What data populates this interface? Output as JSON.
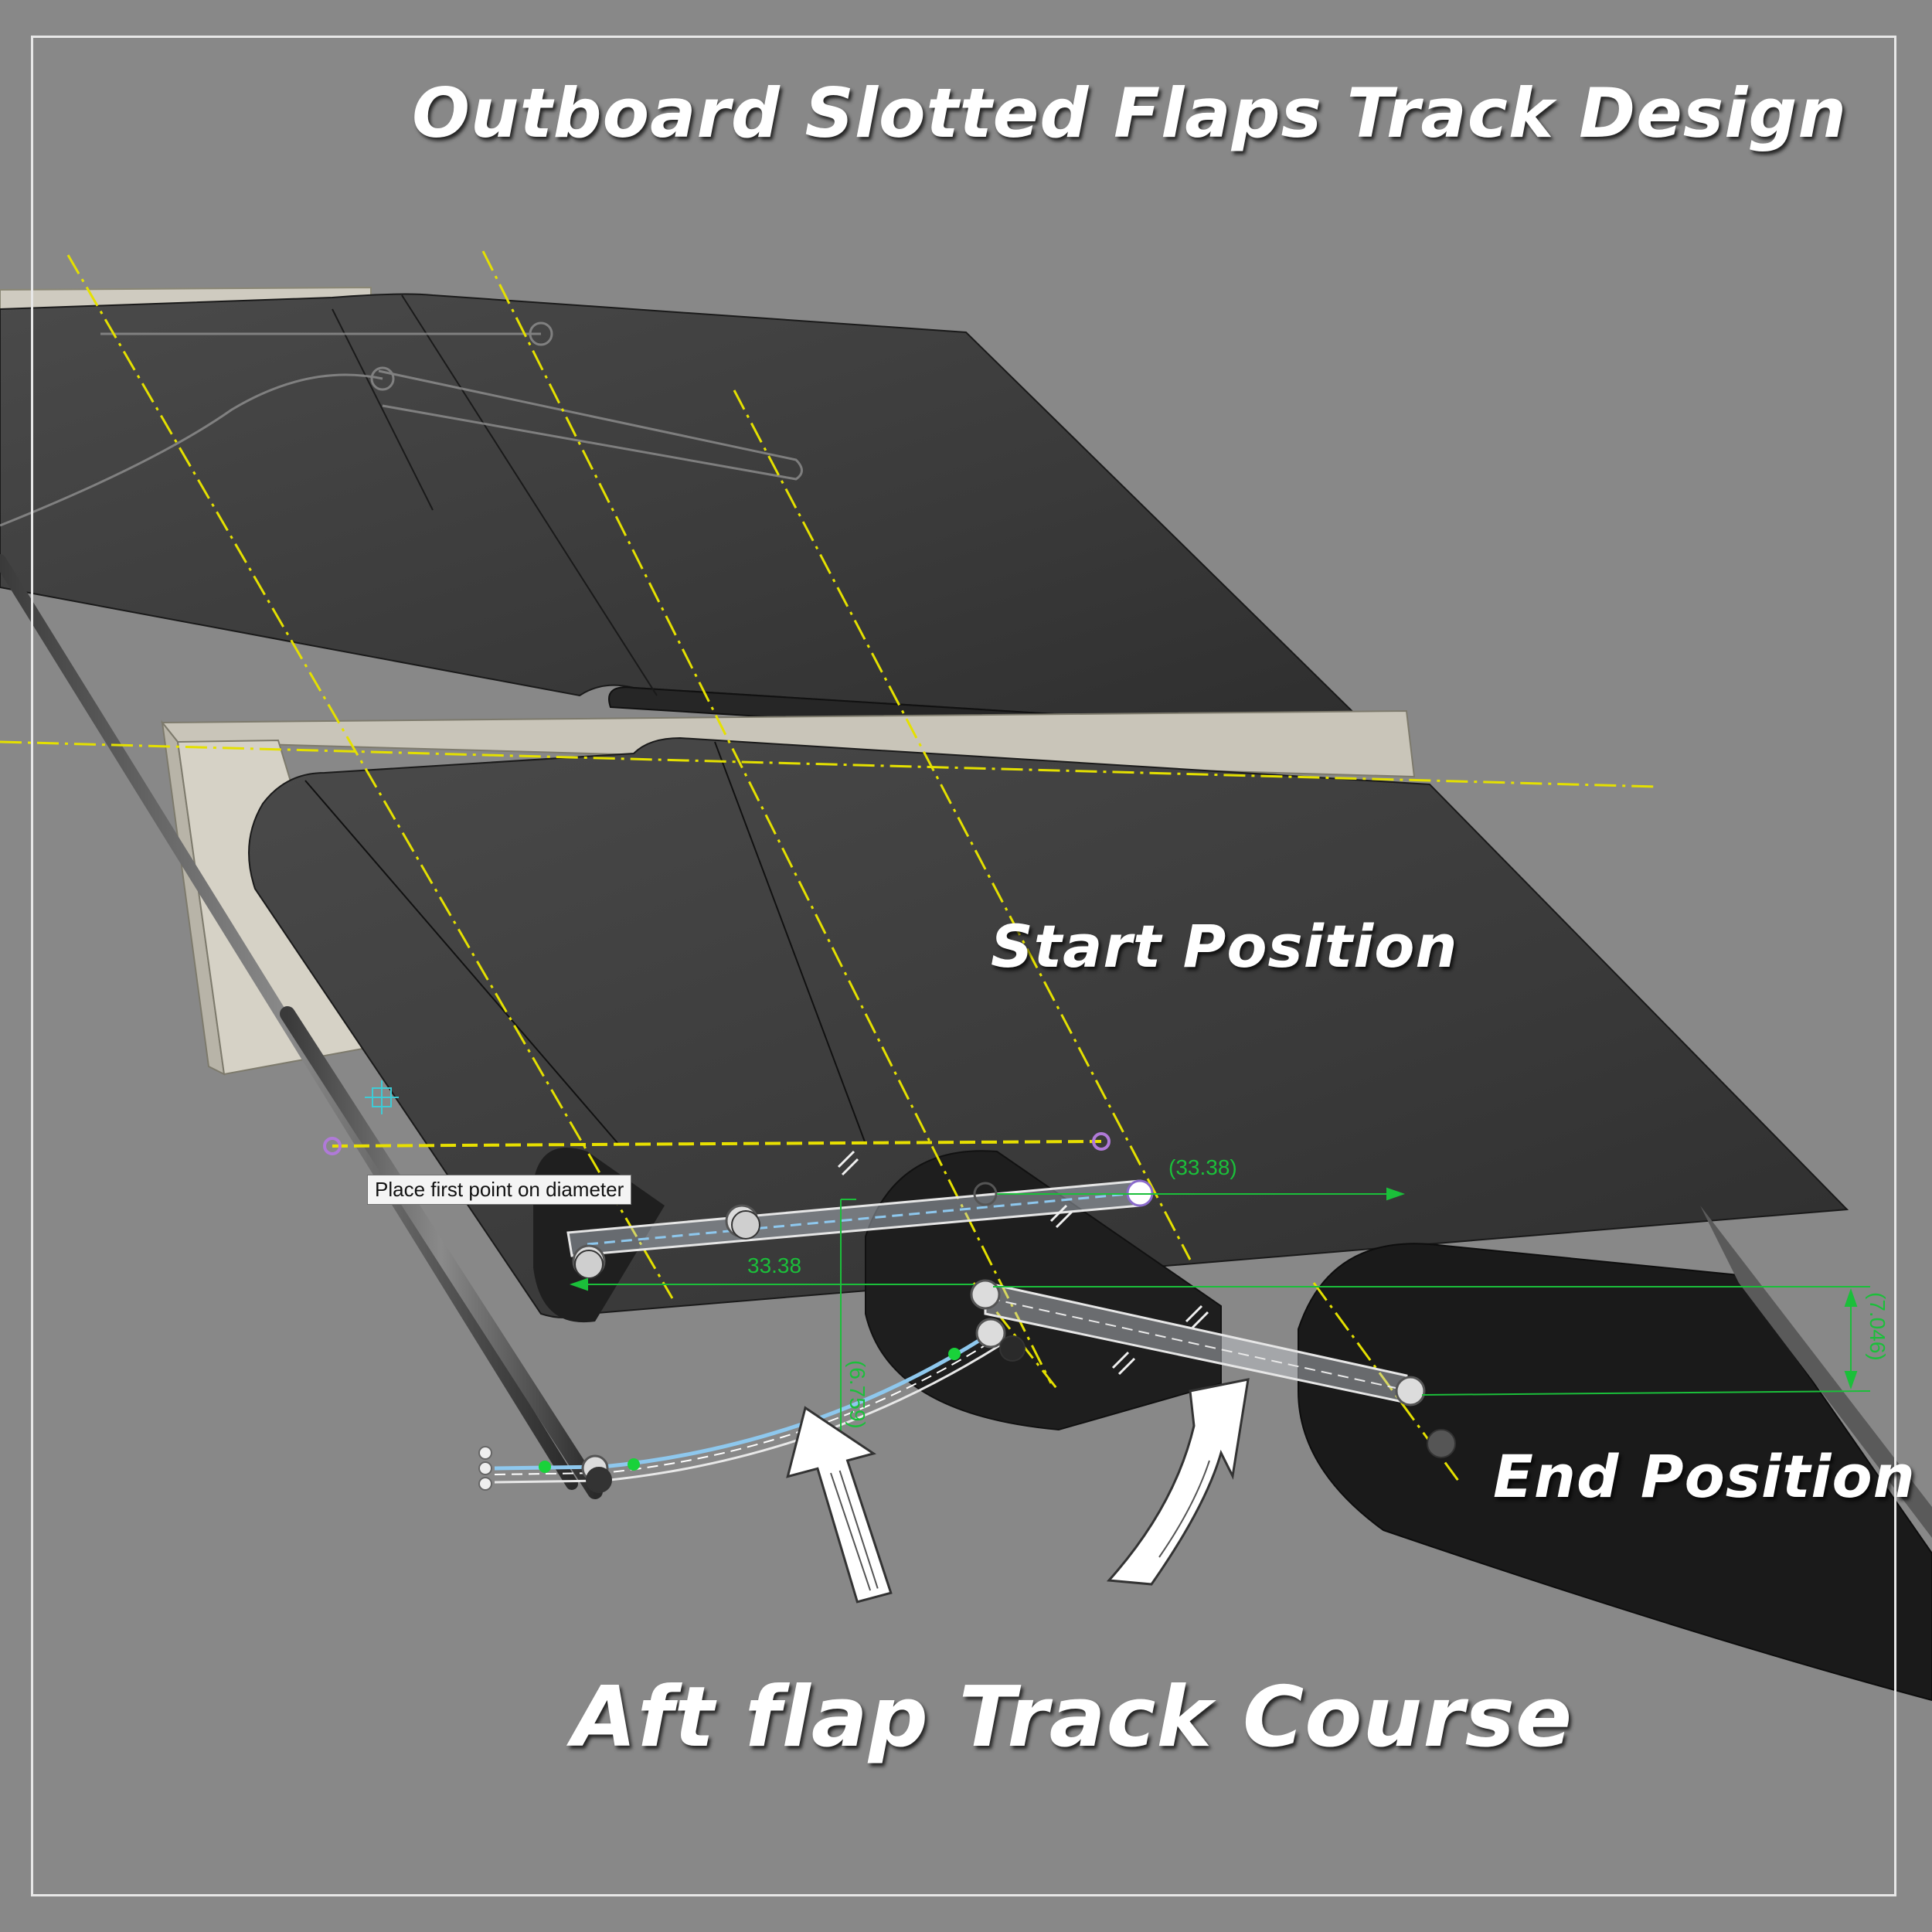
{
  "labels": {
    "title": "Outboard Slotted Flaps Track Design",
    "start_position": "Start Position",
    "end_position": "End Position",
    "track_course": "Aft flap Track Course"
  },
  "cad": {
    "tooltip": "Place first point on diameter",
    "dimensions": {
      "top_driven": "(33.38)",
      "middle": "33.38",
      "vertical_right": "(7.046)",
      "vertical_middle": "(6.759)"
    }
  },
  "colors": {
    "background": "#888888",
    "flap_surface": "#3e3e3e",
    "spar": "#cfcbc0",
    "centerline": "#e4e000",
    "dimension": "#1bbf3a",
    "track": "#8ec8ee"
  },
  "icons": [
    "arrow-up-icon",
    "arrow-curved-icon",
    "sketch-origin-icon"
  ]
}
